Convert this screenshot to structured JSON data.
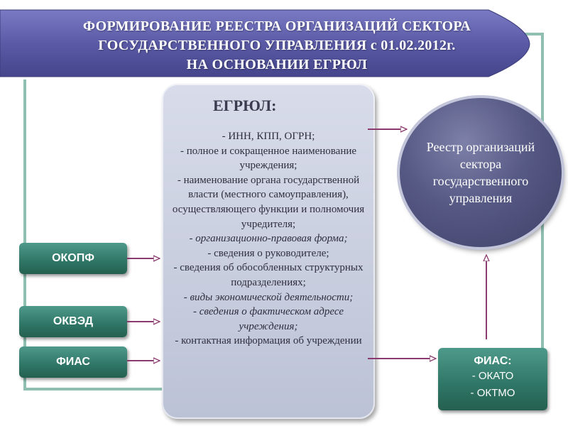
{
  "banner": {
    "line1": "ФОРМИРОВАНИЕ РЕЕСТРА ОРГАНИЗАЦИЙ СЕКТОРА",
    "line2": "ГОСУДАРСТВЕННОГО УПРАВЛЕНИЯ с 01.02.2012г.",
    "line3": "НА ОСНОВАНИИ ЕГРЮЛ"
  },
  "egrul": {
    "title": "ЕГРЮЛ:",
    "items": [
      {
        "text": "- ИНН, КПП, ОГРН;",
        "italic": false
      },
      {
        "text": "- полное и сокращенное наименование учреждения;",
        "italic": false
      },
      {
        "text": "- наименование органа государственной власти (местного самоуправления), осуществляющего функции и полномочия учредителя;",
        "italic": false
      },
      {
        "text": "- организационно-правовая форма;",
        "italic": true
      },
      {
        "text": "- сведения о руководителе;",
        "italic": false
      },
      {
        "text": "- сведения об обособленных структурных подразделениях;",
        "italic": false
      },
      {
        "text": "- виды экономической деятельности;",
        "italic": true
      },
      {
        "text": "- сведения о фактическом адресе учреждения;",
        "italic": true
      },
      {
        "text": "- контактная информация об учреждении",
        "italic": false
      }
    ]
  },
  "left_boxes": {
    "okopf": "ОКОПФ",
    "okved": "ОКВЭД",
    "fias": "ФИАС"
  },
  "right_box": {
    "title": "ФИАС:",
    "line1": "- ОКАТО",
    "line2": "- ОКТМО"
  },
  "registry": {
    "text": "Реестр организаций сектора государственного управления"
  },
  "colors": {
    "banner": "#5a5aa6",
    "teal_box": "#2f7566",
    "circle": "#565984",
    "arrow": "#8a3a6e",
    "frame": "#8fbfb1"
  }
}
